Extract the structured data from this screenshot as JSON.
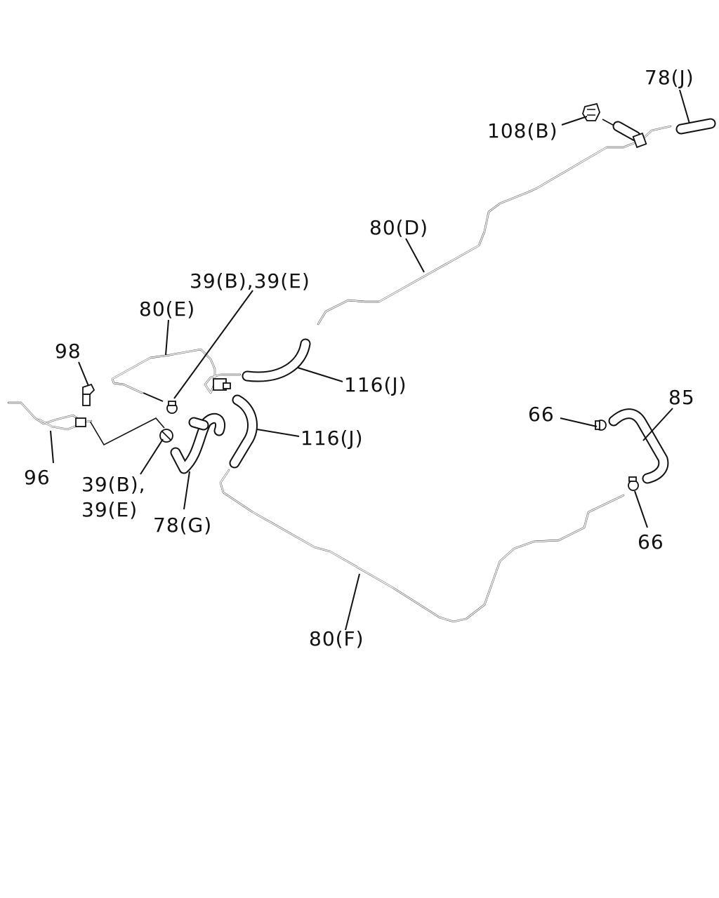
{
  "labels": {
    "l78j": "78(J)",
    "l108b": "108(B)",
    "l80d": "80(D)",
    "l39top": "39(B),39(E)",
    "l80e": "80(E)",
    "l98": "98",
    "l116a": "116(J)",
    "l116b": "116(J)",
    "l66a": "66",
    "l85": "85",
    "l96": "96",
    "l39b_1": "39(B),",
    "l39b_2": "39(E)",
    "l78g": "78(G)",
    "l66b": "66",
    "l80f": "80(F)"
  }
}
